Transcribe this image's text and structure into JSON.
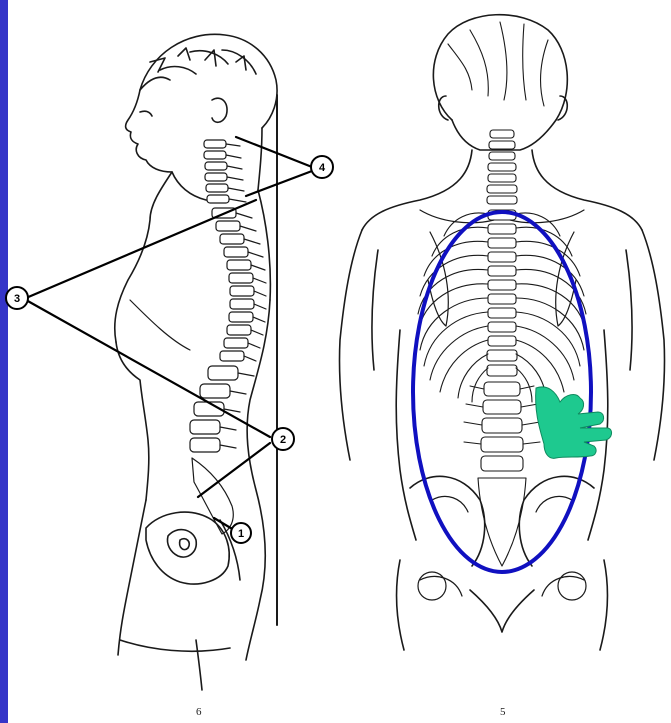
{
  "colors": {
    "accent_bar": "#3535c8",
    "highlight_ellipse": "#1010c0",
    "hand_marker": "#1ec98f",
    "line_art": "#1a1a1a"
  },
  "callouts": {
    "c1": "1",
    "c2": "2",
    "c3": "3",
    "c4": "4"
  },
  "figures": {
    "side_view_number": "6",
    "back_view_number": "5"
  },
  "icons": {
    "hand_marker": "pointing-hand-icon"
  }
}
